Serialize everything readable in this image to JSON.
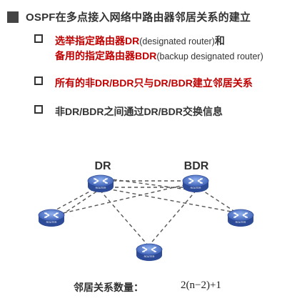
{
  "title": "OSPF在多点接入网络中路由器邻居关系的建立",
  "bullets": {
    "b1_line1_red": "选举指定路由器DR",
    "b1_line1_paren": "(designated router)",
    "b1_line1_tail": "和",
    "b1_line2_red": "备用的指定路由器BDR",
    "b1_line2_paren": "(backup designated router)",
    "b2": "所有的非DR/BDR只与DR/BDR建立邻居关系",
    "b3": "非DR/BDR之间通过DR/BDR交换信息"
  },
  "diagram": {
    "dr_label": "DR",
    "bdr_label": "BDR",
    "router_icon_text": "ROUTER",
    "formula_label": "邻居关系数量：",
    "formula": "2(n−2)+1"
  },
  "colors": {
    "accent_red": "#c00000",
    "router_blue": "#4f74c7",
    "line_gray": "#555555"
  }
}
